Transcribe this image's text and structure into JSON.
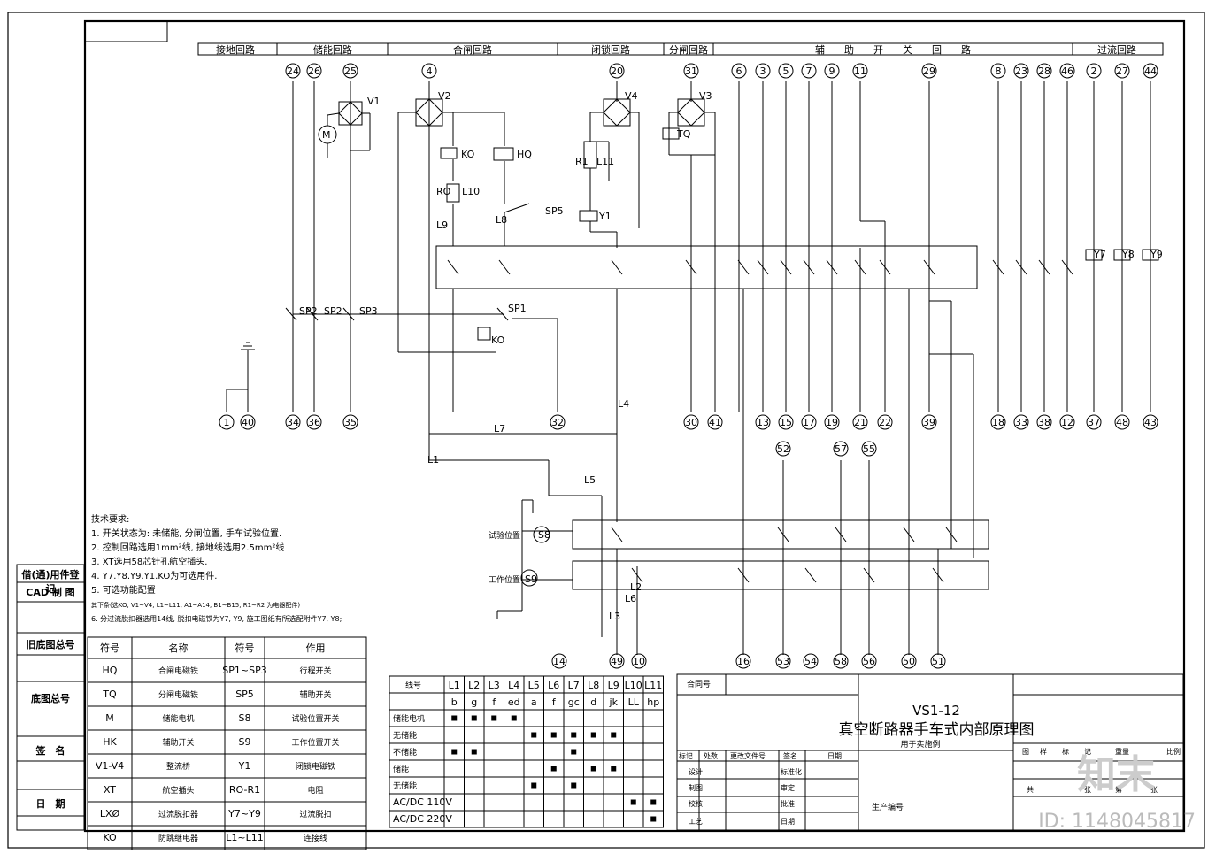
{
  "headers": [
    "接地回路",
    "储能回路",
    "合闸回路",
    "闭锁回路",
    "分闸回路",
    "辅　　助　　开　　关　　回　　路",
    "过流回路"
  ],
  "top_terminals": [
    "24",
    "26",
    "25",
    "4",
    "20",
    "31",
    "6",
    "3",
    "5",
    "7",
    "9",
    "11",
    "29",
    "8",
    "23",
    "28",
    "46",
    "2",
    "27",
    "44"
  ],
  "bottom_terminals_row1": [
    "1",
    "40",
    "34",
    "36",
    "35",
    "32",
    "30",
    "41",
    "13",
    "15",
    "17",
    "19",
    "21",
    "22",
    "39",
    "18",
    "33",
    "38",
    "12",
    "37",
    "48",
    "43"
  ],
  "mid_terminals": [
    "52",
    "57",
    "55"
  ],
  "bottom_terminals_row2": [
    "14",
    "49",
    "10",
    "16",
    "53",
    "54",
    "58",
    "56",
    "50",
    "51"
  ],
  "component_labels": [
    "V1",
    "V2",
    "V4",
    "V3",
    "M",
    "KO",
    "HQ",
    "RO",
    "L10",
    "L9",
    "L8",
    "SP5",
    "R1",
    "L11",
    "Y1",
    "TQ",
    "SP2",
    "SP2",
    "SP3",
    "SP1",
    "KO",
    "L7",
    "L4",
    "L1",
    "L5",
    "L2",
    "L6",
    "L3",
    "S8",
    "S9",
    "Y7",
    "Y8",
    "Y9"
  ],
  "position_labels": [
    "试验位置",
    "工作位置"
  ],
  "notes_title": "技术要求:",
  "notes": [
    "1. 开关状态为: 未储能, 分闸位置, 手车试验位置.",
    "2. 控制回路选用1mm²线, 接地线选用2.5mm²线",
    "3. XT选用58芯针孔航空插头.",
    "4. Y7.Y8.Y9.Y1.KO为可选用件.",
    "5. 可选功能配置",
    "   其下条(选KO, V1~V4, L1~L11, A1~A14, B1~B15, R1~R2 为电器配件)",
    "6. 分过流脱扣器选用14线, 脱扣电磁铁为Y7, Y9, 施工图纸有所选配附件Y7, Y8;"
  ],
  "side_labels": [
    "借(通)用件登记",
    "CAD 制 图",
    "旧底图总号",
    "底图总号",
    "签　名",
    "日　期"
  ],
  "symbol_table": {
    "headers": [
      "符号",
      "名称",
      "符号",
      "作用"
    ],
    "rows": [
      [
        "HQ",
        "合闸电磁铁",
        "SP1~SP3",
        "行程开关"
      ],
      [
        "TQ",
        "分闸电磁铁",
        "SP5",
        "辅助开关"
      ],
      [
        "M",
        "储能电机",
        "S8",
        "试验位置开关"
      ],
      [
        "HK",
        "辅助开关",
        "S9",
        "工作位置开关"
      ],
      [
        "V1-V4",
        "整流桥",
        "Y1",
        "闭锁电磁铁"
      ],
      [
        "XT",
        "航空插头",
        "RO-R1",
        "电阻"
      ],
      [
        "LXØ",
        "过流脱扣器",
        "Y7~Y9",
        "过流脱扣"
      ],
      [
        "KO",
        "防跳继电器",
        "L1~L11",
        "连接线"
      ]
    ]
  },
  "config_table": {
    "title": "线号",
    "cols": [
      "L1",
      "L2",
      "L3",
      "L4",
      "L5",
      "L6",
      "L7",
      "L8",
      "L9",
      "L10",
      "L11"
    ],
    "sub": [
      "b",
      "g",
      "f",
      "ed",
      "a",
      "f",
      "gc",
      "d",
      "jk",
      "LL",
      "hp"
    ],
    "rows": [
      "储能电机",
      "无储能",
      "不储能",
      "储能",
      "无储能",
      "AC/DC 110V",
      "AC/DC 220V"
    ]
  },
  "title_block": {
    "contract": "合同号",
    "model": "VS1-12",
    "title": "真空断路器手车式内部原理图",
    "subtitle": "用于实施例",
    "fields": [
      "标记",
      "处数",
      "更改文件号",
      "签名",
      "日期",
      "设计",
      "制图",
      "校核",
      "工艺",
      "标准化",
      "审定",
      "批准",
      "日期"
    ],
    "right_fields": [
      "图",
      "样",
      "标",
      "记",
      "重量",
      "比例",
      "共",
      "张",
      "第",
      "张"
    ],
    "factory": "生产编号"
  },
  "watermark_id": "ID: 1148045817",
  "watermark_brand": "知末"
}
